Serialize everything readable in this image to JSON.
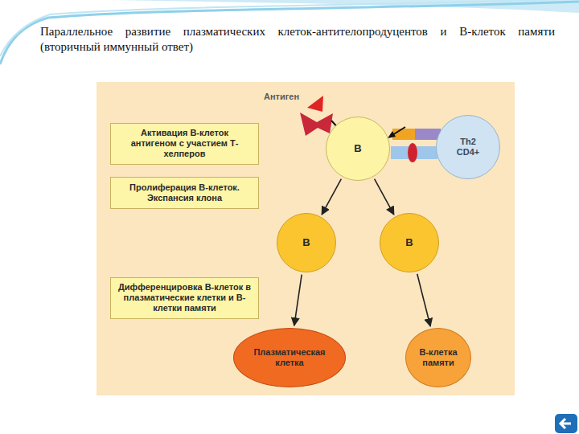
{
  "diagram": {
    "title": "Параллельное развитие плазматических клеток-антителопродуцентов и В-клеток памяти (вторичный иммунный ответ)",
    "nodes": [
      {
        "text": [
          "Активация В-клеток антигеном с участием Т-хелперов"
        ]
      },
      {
        "text": [
          "В"
        ]
      },
      {
        "text": [
          "Th2 CD4+"
        ]
      },
      {
        "text": [
          "Пролиферация В-клеток. Экспансия клона"
        ]
      },
      {
        "text": [
          "В"
        ]
      },
      {
        "text": [
          "В"
        ]
      },
      {
        "text": [
          "Дифференцировка В-клеток в плазматические клетки и В-клетки памяти"
        ]
      },
      {
        "text": [
          "Плазматическая клетка"
        ]
      },
      {
        "text": [
          "В-клетка памяти"
        ]
      }
    ],
    "edges": [
      {
        "from": 1,
        "to": 4,
        "arrow": "to"
      },
      {
        "from": 1,
        "to": 5,
        "arrow": "to"
      },
      {
        "from": 4,
        "to": 7,
        "arrow": "to"
      },
      {
        "from": 5,
        "to": 8,
        "arrow": "to"
      }
    ],
    "labels": [
      "Антиген"
    ]
  }
}
